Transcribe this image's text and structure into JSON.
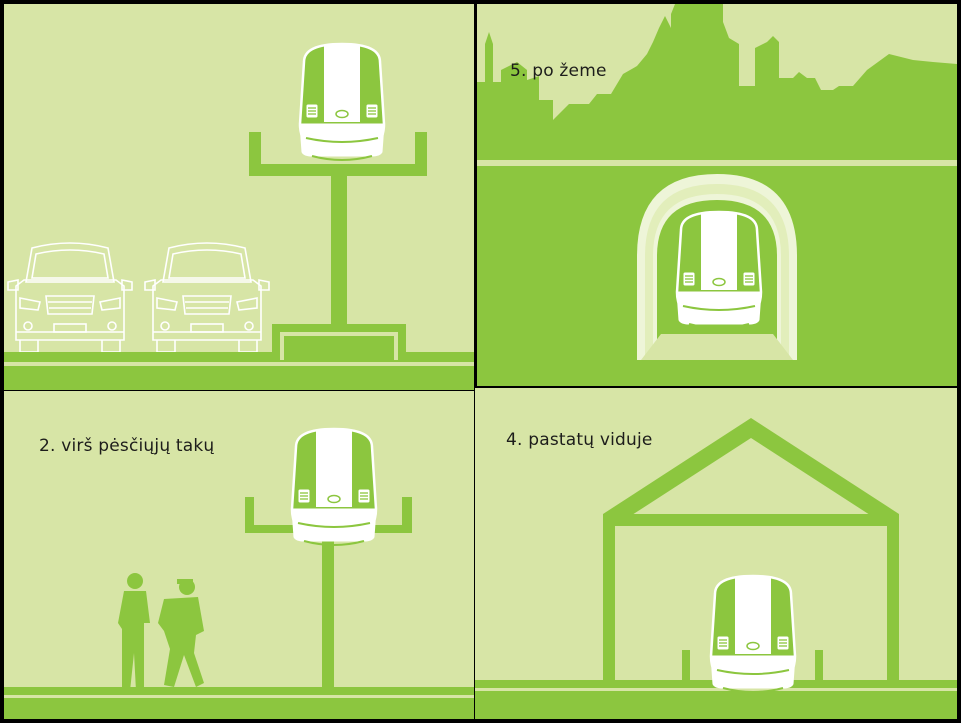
{
  "captions": {
    "underground": "5. po žeme",
    "above_walkways": "2. virš pėsčiųjų takų",
    "inside_buildings": "4. pastatų viduje"
  },
  "colors": {
    "background": "#d7e5a6",
    "green": "#8cc63f",
    "outline": "#ffffff",
    "text": "#1d1d1b",
    "border": "#000000"
  }
}
